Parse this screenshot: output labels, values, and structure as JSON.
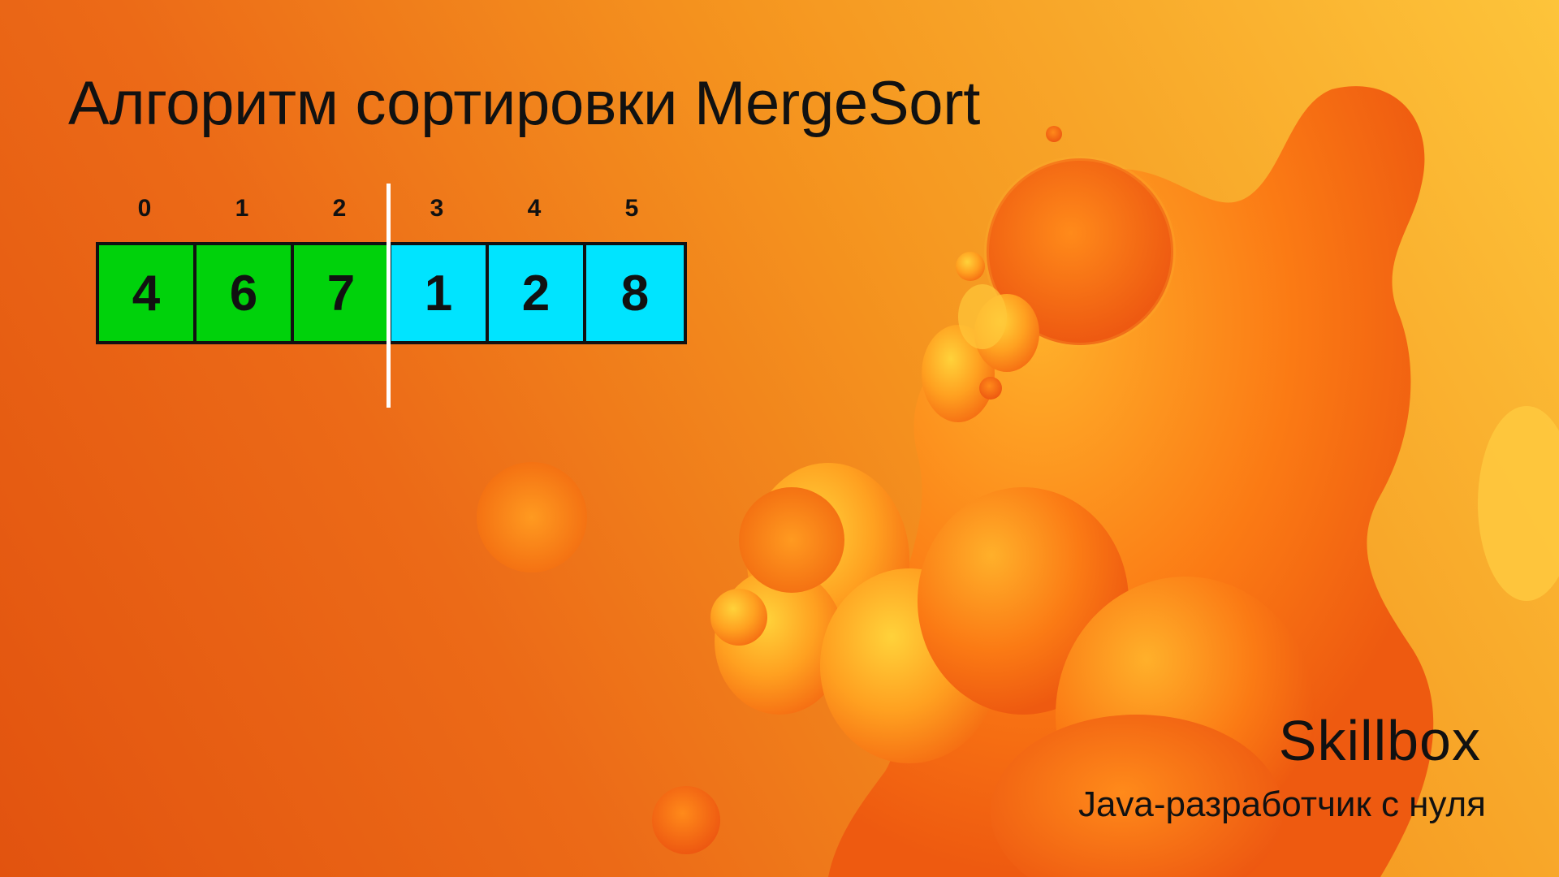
{
  "title": "Алгоритм сортировки MergeSort",
  "indices": [
    "0",
    "1",
    "2",
    "3",
    "4",
    "5"
  ],
  "cells": [
    "4",
    "6",
    "7",
    "1",
    "2",
    "8"
  ],
  "colors": {
    "left_half": "#00d20b",
    "right_half": "#00e4ff",
    "divider": "#ffffff",
    "background": "#ec6a17"
  },
  "brand": "Skillbox",
  "course": "Java-разработчик с нуля"
}
